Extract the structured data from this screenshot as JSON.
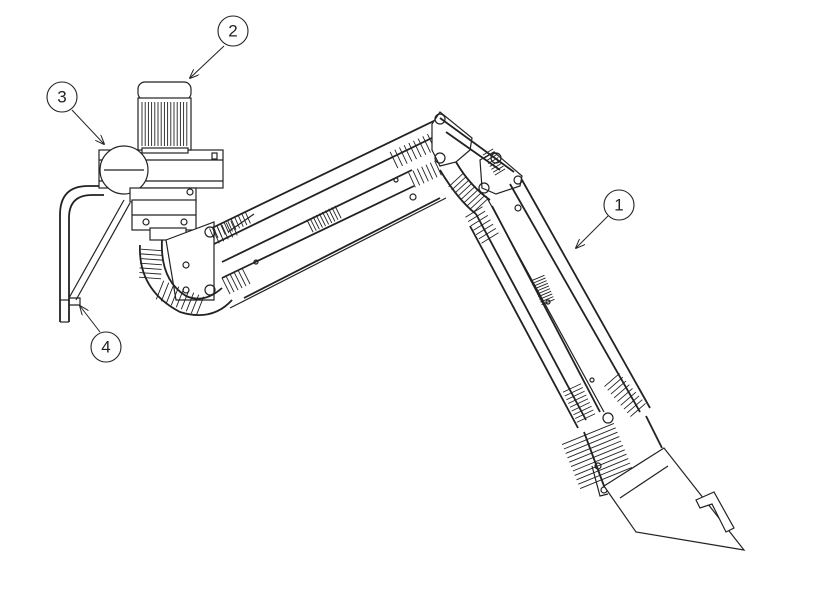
{
  "callouts": [
    {
      "id": "1",
      "label": "1"
    },
    {
      "id": "2",
      "label": "2"
    },
    {
      "id": "3",
      "label": "3"
    },
    {
      "id": "4",
      "label": "4"
    }
  ],
  "parts": [
    "motor",
    "fan-housing",
    "wall-bracket",
    "rotary-joint",
    "lower-arm",
    "elbow-joint",
    "upper-arm",
    "flexible-hose",
    "extraction-hood"
  ],
  "colors": {
    "line": "#222222",
    "background": "#ffffff"
  }
}
